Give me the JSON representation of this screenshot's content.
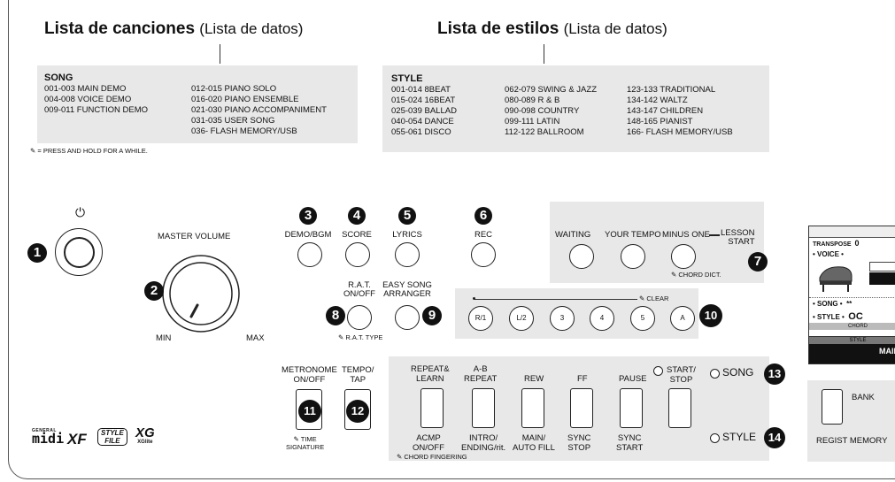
{
  "headers": {
    "song_title": "Lista de canciones",
    "song_sub": "(Lista de datos)",
    "style_title": "Lista de estilos",
    "style_sub": "(Lista de datos)"
  },
  "song_list": {
    "title": "SONG",
    "col1": [
      "001-003  MAIN DEMO",
      "004-008  VOICE DEMO",
      "009-011  FUNCTION DEMO"
    ],
    "col2": [
      "012-015  PIANO SOLO",
      "016-020  PIANO ENSEMBLE",
      "021-030  PIANO ACCOMPANIMENT",
      "031-035  USER SONG",
      "036-        FLASH MEMORY/USB"
    ],
    "note": "= PRESS AND HOLD FOR A WHILE."
  },
  "style_list": {
    "title": "STYLE",
    "col1": [
      "001-014  8BEAT",
      "015-024  16BEAT",
      "025-039  BALLAD",
      "040-054  DANCE",
      "055-061  DISCO"
    ],
    "col2": [
      "062-079  SWING & JAZZ",
      "080-089  R & B",
      "090-098  COUNTRY",
      "099-111  LATIN",
      "112-122  BALLROOM"
    ],
    "col3": [
      "123-133  TRADITIONAL",
      "134-142  WALTZ",
      "143-147  CHILDREN",
      "148-165  PIANIST",
      "166-        FLASH MEMORY/USB"
    ]
  },
  "controls": {
    "power_symbol": "⏻",
    "master_volume": "MASTER VOLUME",
    "min": "MIN",
    "max": "MAX",
    "demo_bgm": "DEMO/BGM",
    "score": "SCORE",
    "lyrics": "LYRICS",
    "rec": "REC",
    "rat_line1": "R.A.T.",
    "rat_line2": "ON/OFF",
    "rat_type": "R.A.T. TYPE",
    "easy_line1": "EASY SONG",
    "easy_line2": "ARRANGER",
    "waiting": "WAITING",
    "your_tempo": "YOUR TEMPO",
    "minus_one": "MINUS ONE",
    "lesson_line1": "LESSON",
    "lesson_line2": "START",
    "chord_dict": "CHORD DICT.",
    "clear": "CLEAR",
    "track_buttons": [
      "R/1",
      "L/2",
      "3",
      "4",
      "5",
      "A"
    ],
    "metronome_line1": "METRONOME",
    "metronome_line2": "ON/OFF",
    "time_line1": "TIME",
    "time_line2": "SIGNATURE",
    "tempo_line1": "TEMPO/",
    "tempo_line2": "TAP",
    "repeat_line1": "REPEAT&",
    "repeat_line2": "LEARN",
    "ab_line1": "A-B",
    "ab_line2": "REPEAT",
    "rew": "REW",
    "ff": "FF",
    "pause": "PAUSE",
    "start_line1": "START/",
    "start_line2": "STOP",
    "acmp_line1": "ACMP",
    "acmp_line2": "ON/OFF",
    "chord_fingering": "CHORD FINGERING",
    "intro_line1": "INTRO/",
    "intro_line2": "ENDING/rit.",
    "main_line1": "MAIN/",
    "main_line2": "AUTO FILL",
    "sync_stop_line1": "SYNC",
    "sync_stop_line2": "STOP",
    "sync_start_line1": "SYNC",
    "sync_start_line2": "START",
    "song": "SONG",
    "style": "STYLE",
    "bank": "BANK",
    "regist": "REGIST MEMORY"
  },
  "display": {
    "transpose": "TRANSPOSE",
    "transpose_val": "0",
    "voice": "• VOICE •",
    "song": "• SONG •",
    "song_val": "**",
    "style": "• STYLE •",
    "style_val": "OC",
    "chord": "CHORD",
    "style_bar": "STYLE",
    "main": "MAIN"
  },
  "numbers": [
    "1",
    "2",
    "3",
    "4",
    "5",
    "6",
    "7",
    "8",
    "9",
    "10",
    "11",
    "12",
    "13",
    "14"
  ],
  "logos": {
    "gm_top": "GENERAL",
    "gm": "midi",
    "xf": "XF",
    "style_file_1": "STYLE",
    "style_file_2": "FILE",
    "xg": "XG",
    "xg_lite": "XGlite"
  }
}
